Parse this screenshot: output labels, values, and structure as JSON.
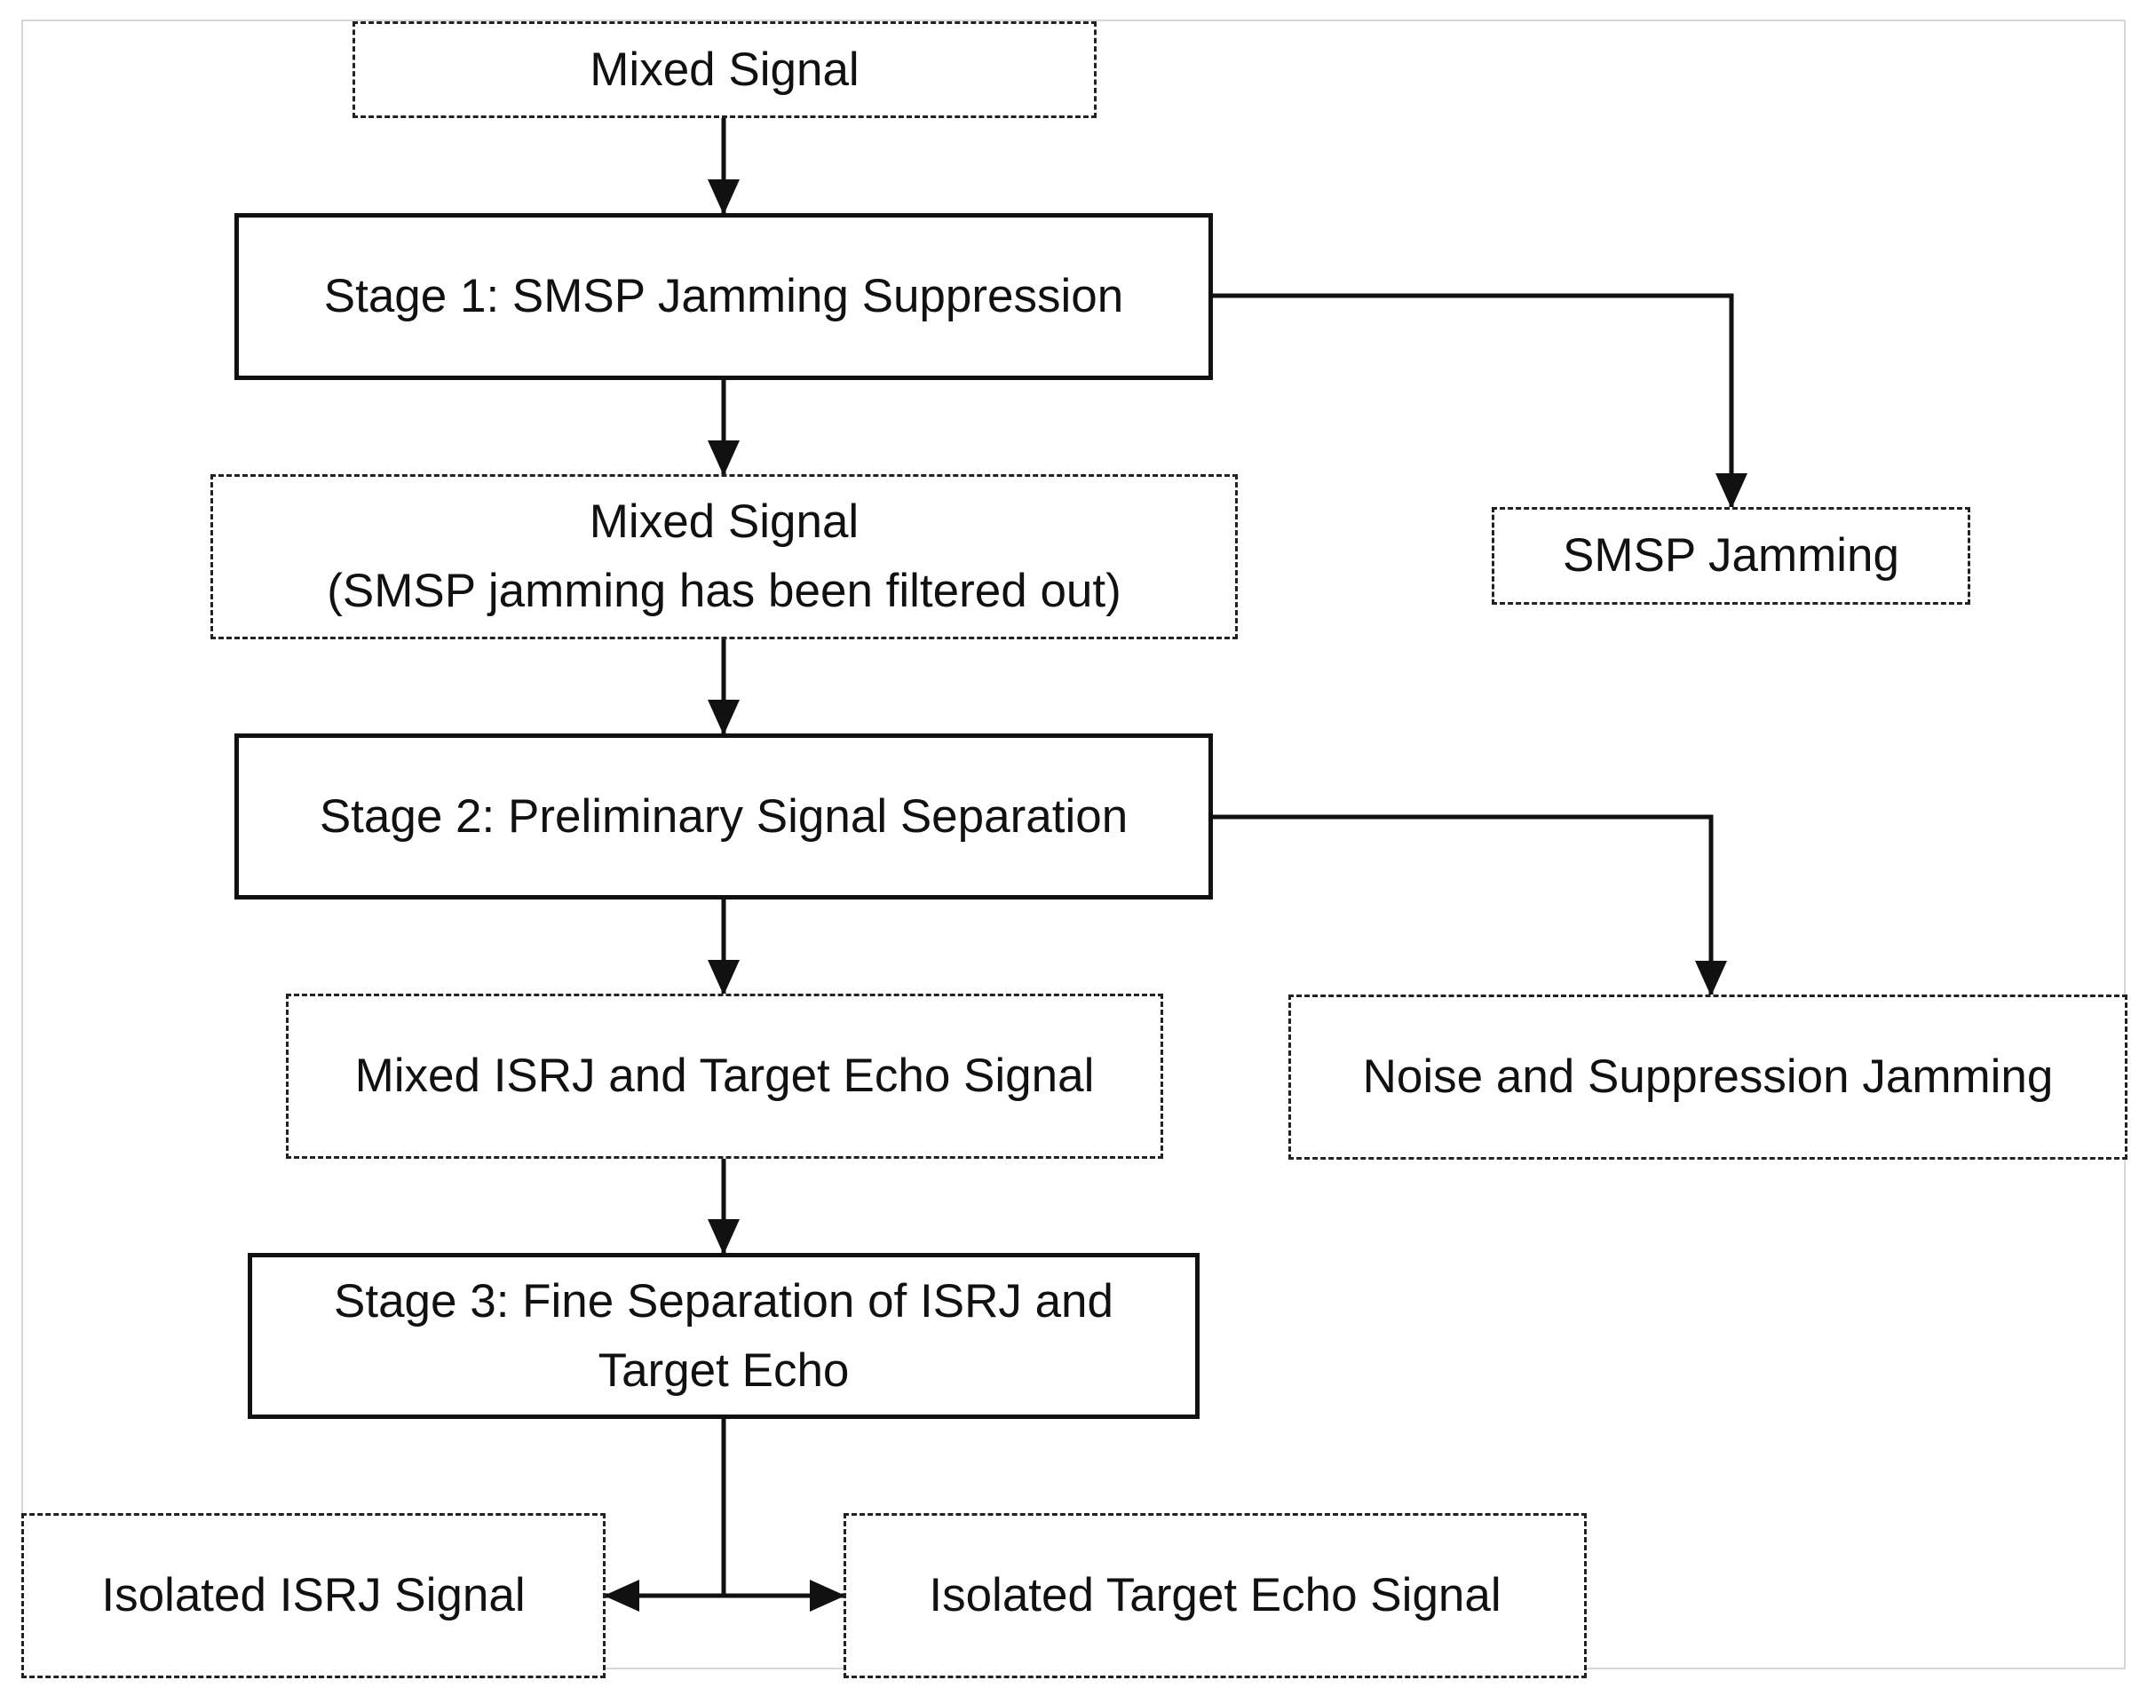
{
  "nodes": {
    "mixed_signal": {
      "text": "Mixed Signal"
    },
    "stage1": {
      "text": "Stage 1: SMSP Jamming Suppression"
    },
    "smsp_jamming": {
      "text": "SMSP Jamming"
    },
    "mixed_filtered": {
      "line1": "Mixed Signal",
      "line2": "(SMSP jamming has been filtered out)"
    },
    "stage2": {
      "text": "Stage 2: Preliminary Signal Separation"
    },
    "mixed_isrj_target": {
      "text": "Mixed ISRJ and Target Echo Signal"
    },
    "noise_suppression": {
      "text": "Noise and Suppression Jamming"
    },
    "stage3": {
      "line1": "Stage 3: Fine Separation of ISRJ and",
      "line2": "Target Echo"
    },
    "isolated_isrj": {
      "text": "Isolated ISRJ Signal"
    },
    "isolated_target": {
      "text": "Isolated Target Echo Signal"
    }
  },
  "colors": {
    "stroke": "#111111",
    "frame": "#d6d6d6",
    "background": "#ffffff"
  }
}
